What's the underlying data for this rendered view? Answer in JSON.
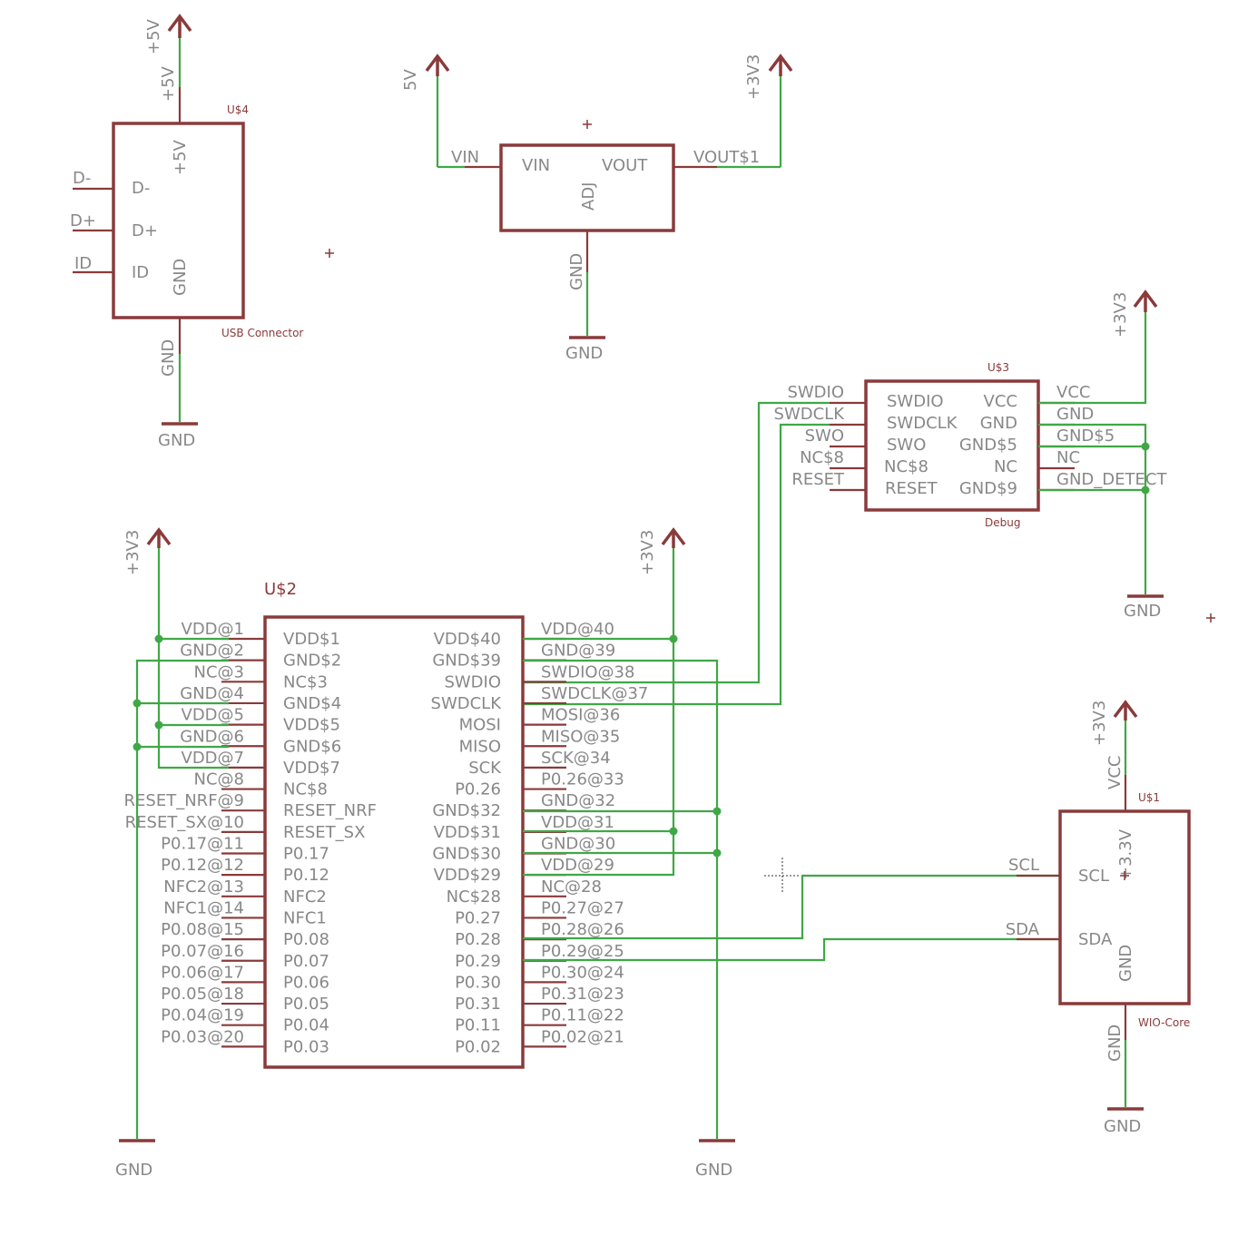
{
  "supplies": {
    "p5v_top": "+5V",
    "p5v_rot": "5V",
    "p3v3": "+3V3",
    "p3v3_reg": "+3V3",
    "gnd": "GND"
  },
  "usb": {
    "name": "U$4",
    "value": "USB Connector",
    "pins": {
      "n5v": "+5V",
      "dm": "D-",
      "dp": "D+",
      "id": "ID",
      "gnd": "GND"
    },
    "nets": {
      "n5v": "+5V",
      "dm": "D-",
      "dp": "D+",
      "id": "ID",
      "gnd": "GND"
    }
  },
  "reg": {
    "pins": {
      "vin": "VIN",
      "vout": "VOUT",
      "adj": "ADJ",
      "gnd": "GND"
    },
    "nets": {
      "vin": "VIN",
      "vout": "VOUT$1",
      "gnd": "GND"
    }
  },
  "debug": {
    "name": "U$3",
    "value": "Debug",
    "left_pins": [
      "SWDIO",
      "SWDCLK",
      "SWO",
      "NC$8",
      "RESET"
    ],
    "right_pins": [
      "VCC",
      "GND",
      "GND$5",
      "NC",
      "GND$9"
    ],
    "left_nets": [
      "SWDIO",
      "SWDCLK",
      "SWO",
      "NC$8",
      "RESET"
    ],
    "right_nets": [
      "VCC",
      "GND",
      "GND$5",
      "NC",
      "GND_DETECT"
    ]
  },
  "mcu": {
    "name": "U$2",
    "left_pins": [
      "VDD$1",
      "GND$2",
      "NC$3",
      "GND$4",
      "VDD$5",
      "GND$6",
      "VDD$7",
      "NC$8",
      "RESET_NRF",
      "RESET_SX",
      "P0.17",
      "P0.12",
      "NFC2",
      "NFC1",
      "P0.08",
      "P0.07",
      "P0.06",
      "P0.05",
      "P0.04",
      "P0.03"
    ],
    "left_nets": [
      "VDD@1",
      "GND@2",
      "NC@3",
      "GND@4",
      "VDD@5",
      "GND@6",
      "VDD@7",
      "NC@8",
      "RESET_NRF@9",
      "RESET_SX@10",
      "P0.17@11",
      "P0.12@12",
      "NFC2@13",
      "NFC1@14",
      "P0.08@15",
      "P0.07@16",
      "P0.06@17",
      "P0.05@18",
      "P0.04@19",
      "P0.03@20"
    ],
    "right_pins": [
      "VDD$40",
      "GND$39",
      "SWDIO",
      "SWDCLK",
      "MOSI",
      "MISO",
      "SCK",
      "P0.26",
      "GND$32",
      "VDD$31",
      "GND$30",
      "VDD$29",
      "NC$28",
      "P0.27",
      "P0.28",
      "P0.29",
      "P0.30",
      "P0.31",
      "P0.11",
      "P0.02"
    ],
    "right_nets": [
      "VDD@40",
      "GND@39",
      "SWDIO@38",
      "SWDCLK@37",
      "MOSI@36",
      "MISO@35",
      "SCK@34",
      "P0.26@33",
      "GND@32",
      "VDD@31",
      "GND@30",
      "VDD@29",
      "NC@28",
      "P0.27@27",
      "P0.28@26",
      "P0.29@25",
      "P0.30@24",
      "P0.31@23",
      "P0.11@22",
      "P0.02@21"
    ]
  },
  "sensor": {
    "name": "U$1",
    "value": "WIO-Core",
    "pins": {
      "scl": "SCL",
      "sda": "SDA",
      "p33": "+3.3V",
      "gnd": "GND",
      "vcc": "VCC"
    },
    "nets": {
      "scl": "SCL",
      "sda": "SDA",
      "gnd": "GND"
    }
  }
}
